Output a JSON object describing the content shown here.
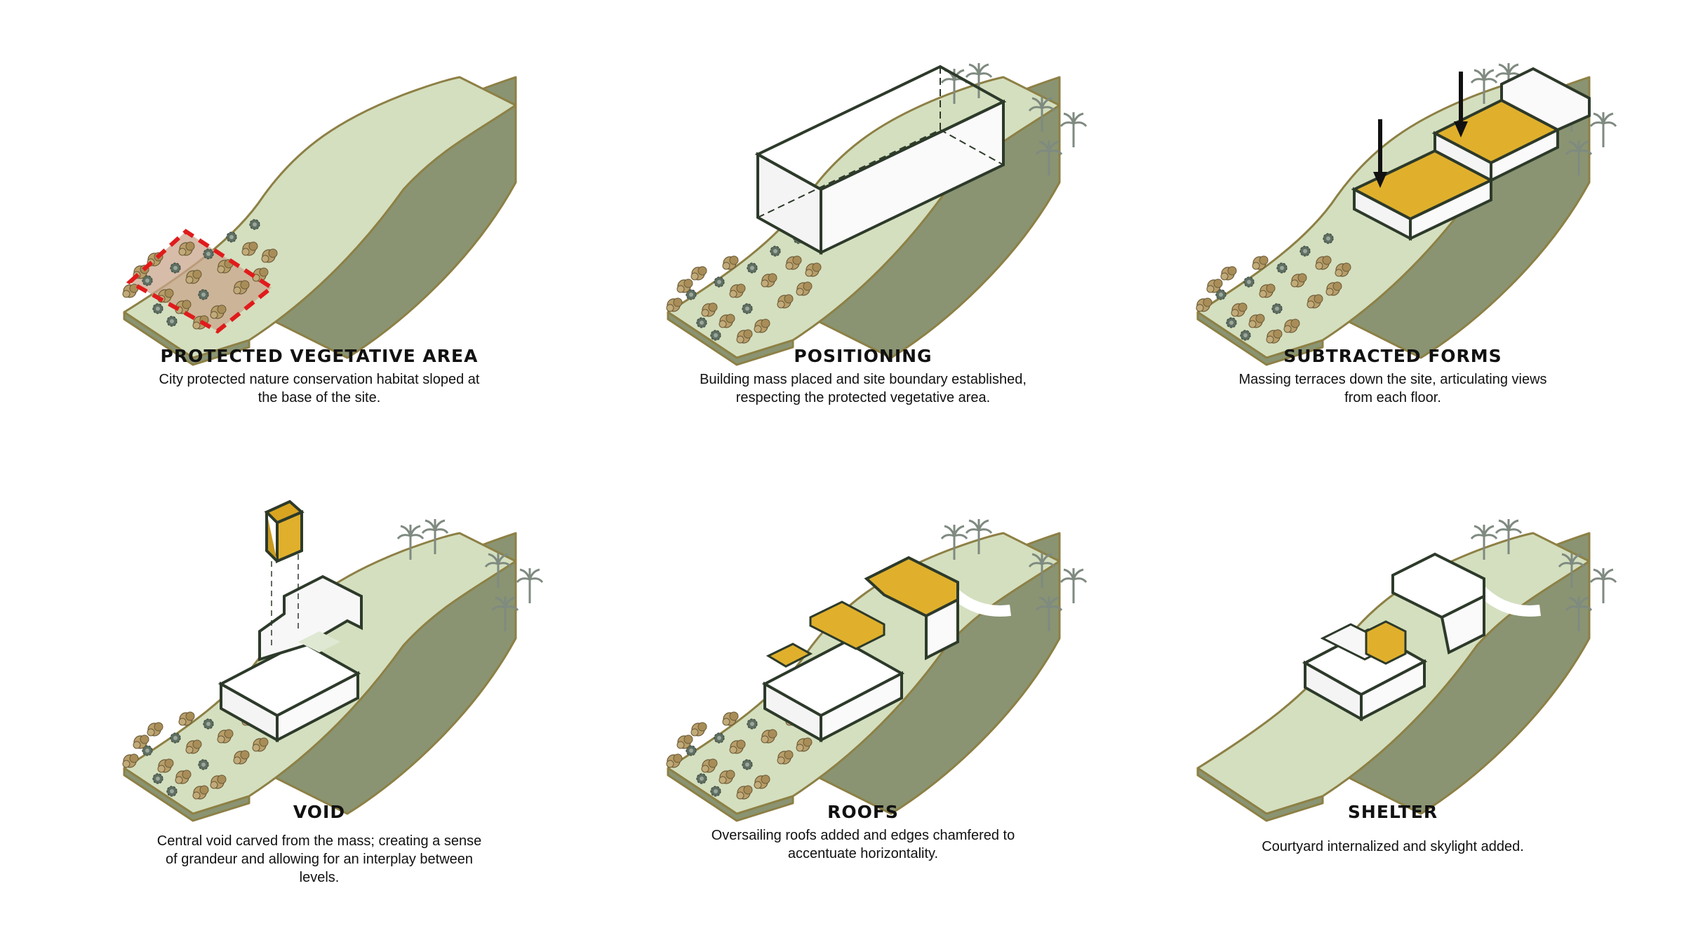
{
  "colors": {
    "top": "#d4dfbf",
    "side": "#8a9472",
    "edge": "#8d8045",
    "accent": "#e0b02c",
    "outline": "#2d3a2a",
    "protected_marker": "#e01b1b",
    "protected_fill": "#c9a58c"
  },
  "panels": [
    {
      "id": "protected",
      "title": "PROTECTED VEGETATIVE AREA",
      "description": "City protected nature conservation habitat sloped at the base of the site."
    },
    {
      "id": "positioning",
      "title": "POSITIONING",
      "description": "Building mass placed and site boundary established, respecting the protected vegetative area."
    },
    {
      "id": "subtracted",
      "title": "SUBTRACTED FORMS",
      "description": "Massing terraces down the site, articulating views from each floor."
    },
    {
      "id": "void",
      "title": "VOID",
      "description": "Central void carved from the mass; creating a sense of grandeur and allowing for an interplay between levels."
    },
    {
      "id": "roofs",
      "title": "ROOFS",
      "description": "Oversailing roofs added and edges chamfered to accentuate horizontality."
    },
    {
      "id": "shelter",
      "title": "SHELTER",
      "description": "Courtyard internalized and skylight added."
    }
  ]
}
